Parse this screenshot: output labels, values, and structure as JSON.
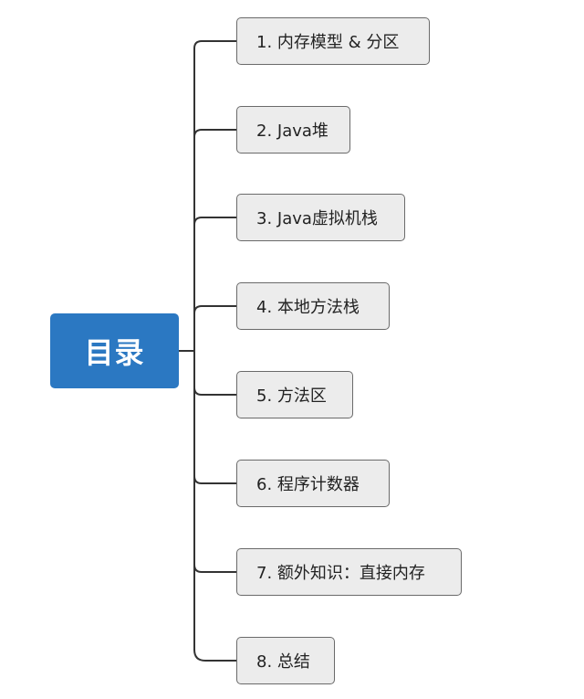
{
  "mindmap": {
    "root": {
      "label": "目录"
    },
    "topics": [
      {
        "label": "1. 内存模型 & 分区"
      },
      {
        "label": "2. Java堆"
      },
      {
        "label": "3. Java虚拟机栈"
      },
      {
        "label": "4. 本地方法栈"
      },
      {
        "label": "5. 方法区"
      },
      {
        "label": "6. 程序计数器"
      },
      {
        "label": "7. 额外知识：直接内存"
      },
      {
        "label": "8. 总结"
      }
    ]
  },
  "colors": {
    "root_fill": "#2b78c2",
    "root_text": "#ffffff",
    "topic_fill": "#ececec",
    "topic_border": "#6a6a6a",
    "connector": "#333333"
  }
}
